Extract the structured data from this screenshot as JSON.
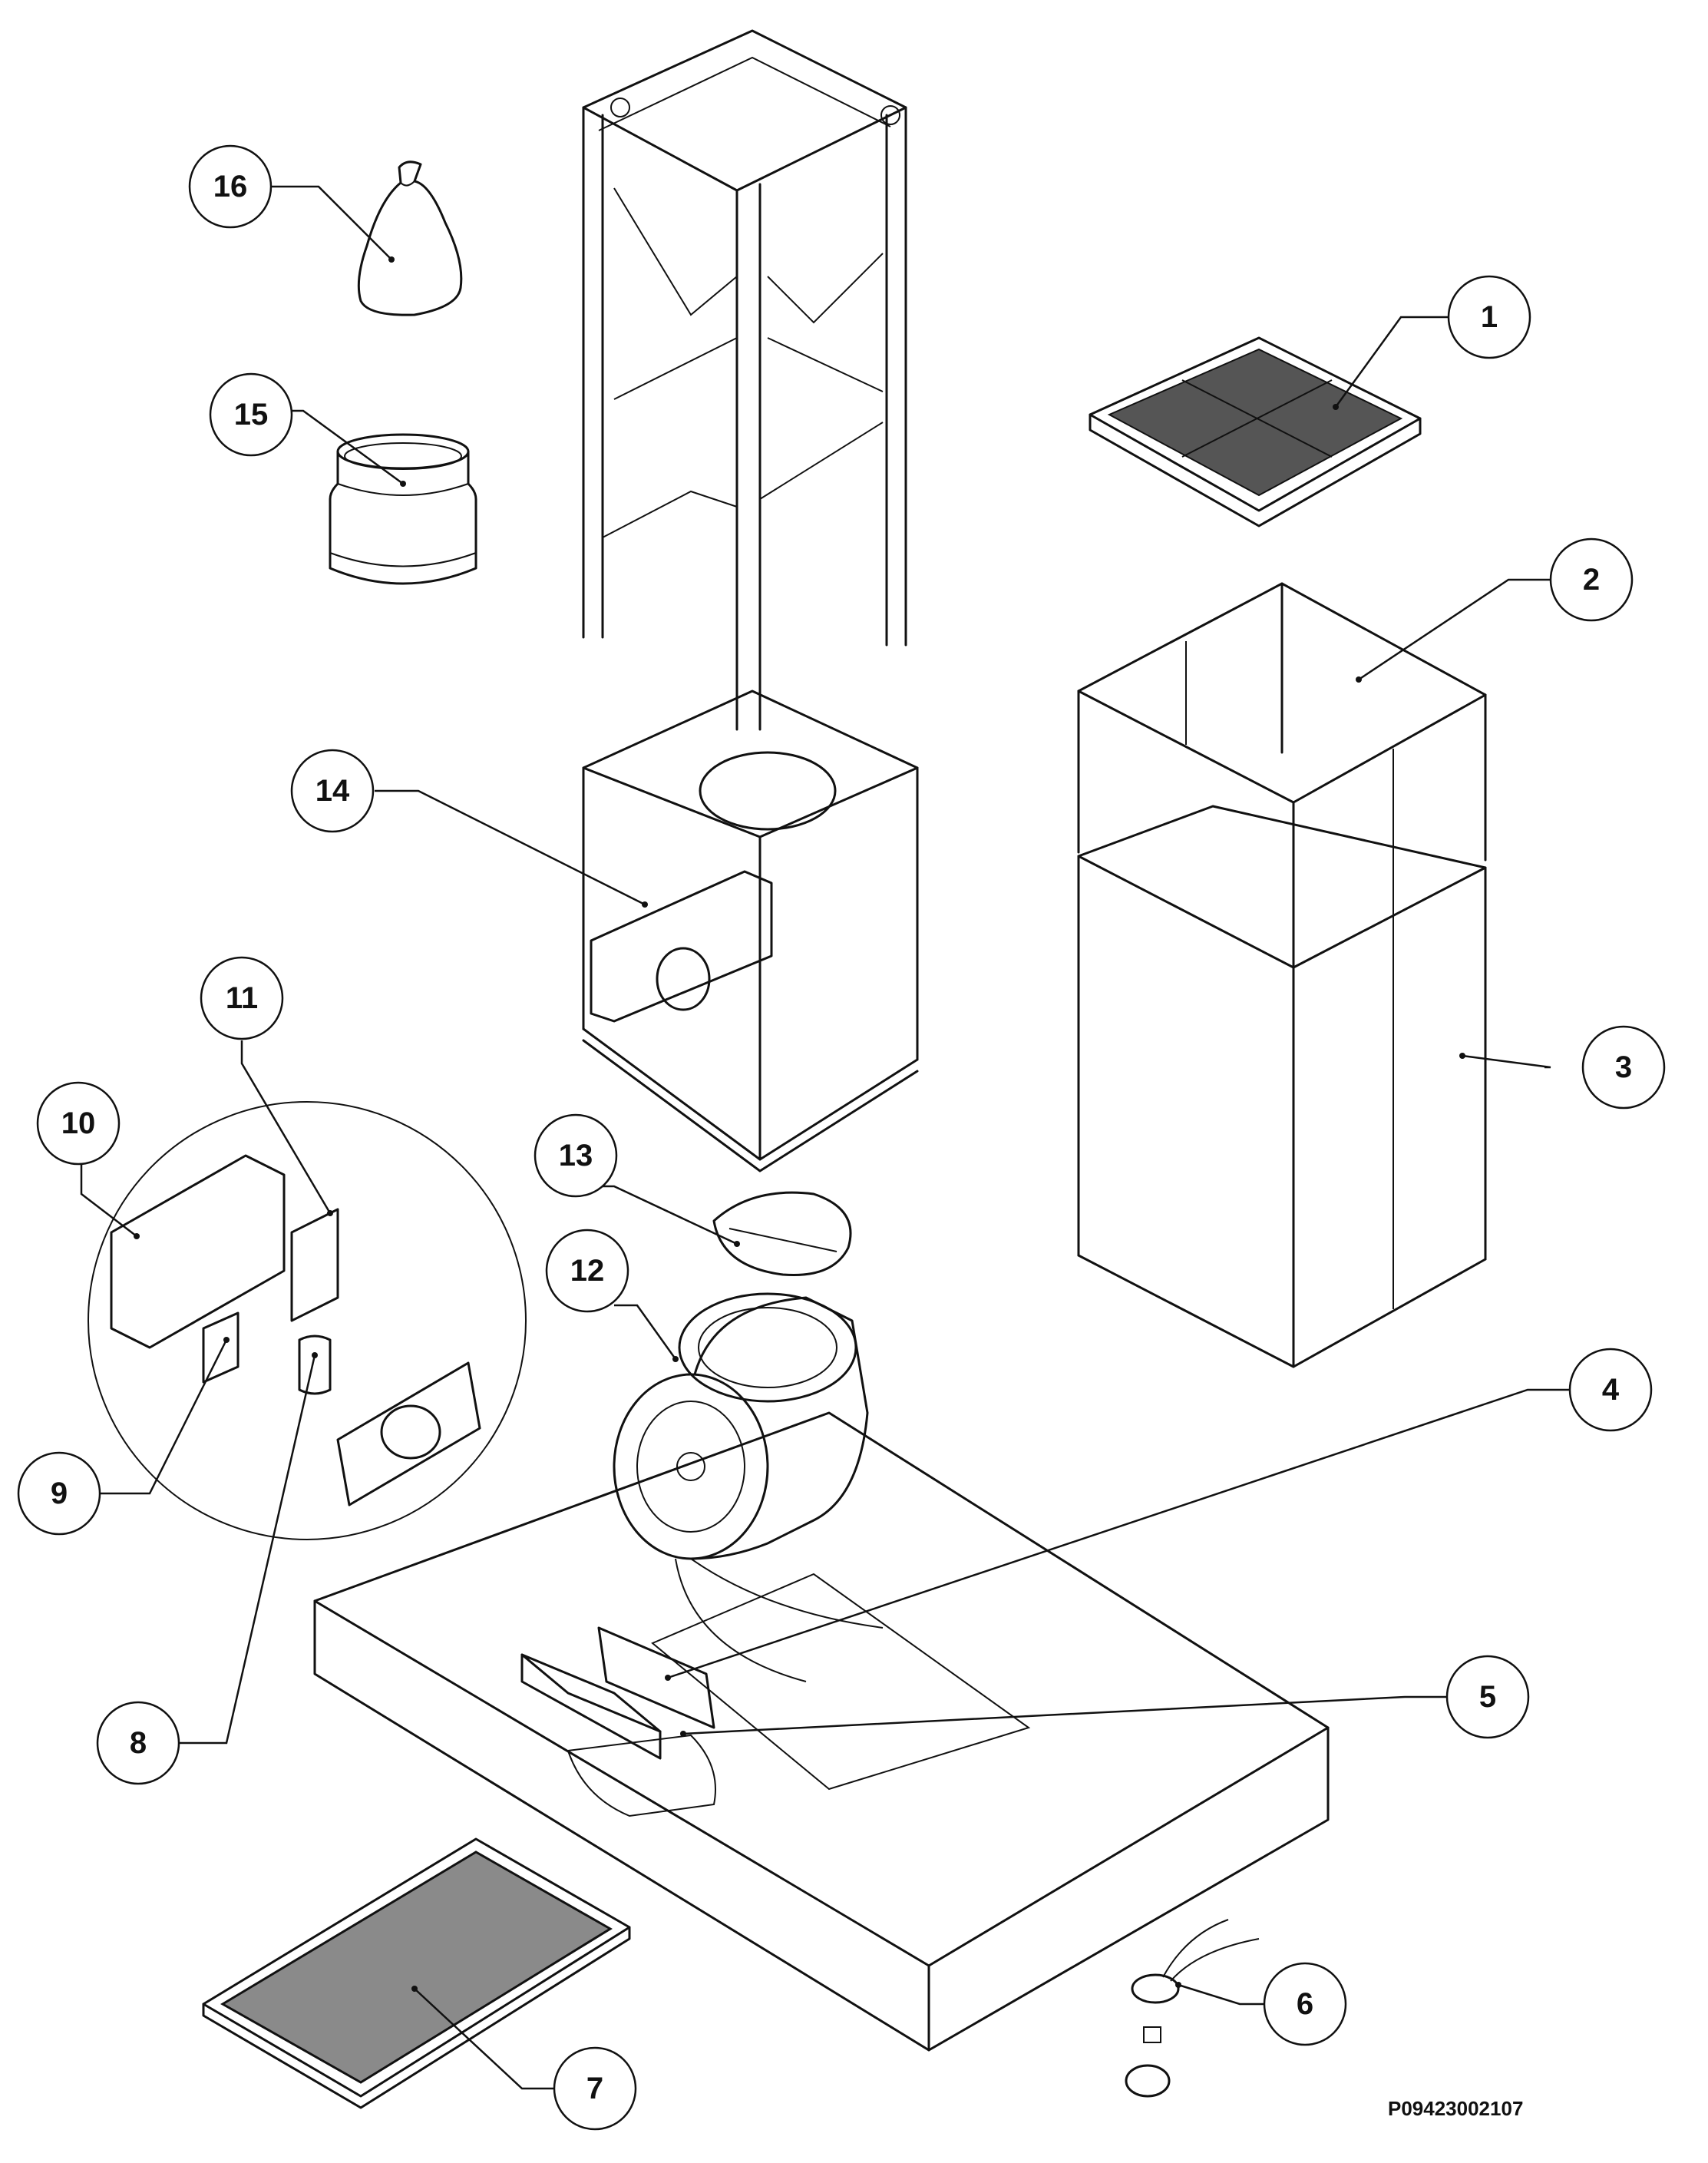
{
  "drawing": {
    "reference_code": "P09423002107"
  },
  "callouts": [
    {
      "id": "c1",
      "label": "1"
    },
    {
      "id": "c2",
      "label": "2"
    },
    {
      "id": "c3",
      "label": "3"
    },
    {
      "id": "c4",
      "label": "4"
    },
    {
      "id": "c5",
      "label": "5"
    },
    {
      "id": "c6",
      "label": "6"
    },
    {
      "id": "c7",
      "label": "7"
    },
    {
      "id": "c8",
      "label": "8"
    },
    {
      "id": "c9",
      "label": "9"
    },
    {
      "id": "c10",
      "label": "10"
    },
    {
      "id": "c11",
      "label": "11"
    },
    {
      "id": "c12",
      "label": "12"
    },
    {
      "id": "c13",
      "label": "13"
    },
    {
      "id": "c14",
      "label": "14"
    },
    {
      "id": "c15",
      "label": "15"
    },
    {
      "id": "c16",
      "label": "16"
    }
  ]
}
